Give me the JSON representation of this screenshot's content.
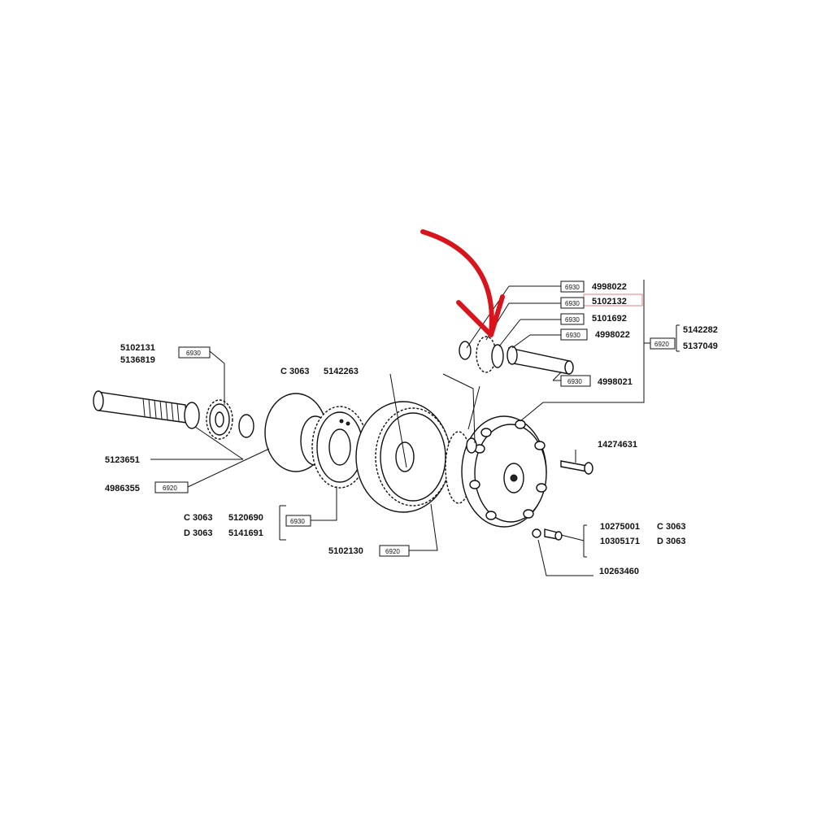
{
  "labels": {
    "p5102131": "5102131",
    "p5136819": "5136819",
    "p5123651": "5123651",
    "p4986355": "4986355",
    "c3063_top": "C 3063",
    "p5142263": "5142263",
    "c3063_mid": "C 3063",
    "d3063_mid": "D 3063",
    "p5120690": "5120690",
    "p5141691": "5141691",
    "p5102130": "5102130",
    "p4998022a": "4998022",
    "p5102132": "5102132",
    "p5101692": "5101692",
    "p4998022b": "4998022",
    "p4998021": "4998021",
    "p5142282": "5142282",
    "p5137049": "5137049",
    "p14274631": "14274631",
    "p10275001": "10275001",
    "c3063_r1": "C 3063",
    "p10305171": "10305171",
    "d3063_r2": "D 3063",
    "p10263460": "10263460"
  },
  "codes": {
    "b1": "6930",
    "b2": "6920",
    "b3": "6930",
    "b4": "6920",
    "b5": "6930",
    "b6": "6930",
    "b7": "6930",
    "b8": "6930",
    "b9": "6930",
    "b10": "6920"
  },
  "colors": {
    "line": "#111111",
    "highlight_arrow": "#d8151c",
    "highlight_box": "#e08080"
  }
}
